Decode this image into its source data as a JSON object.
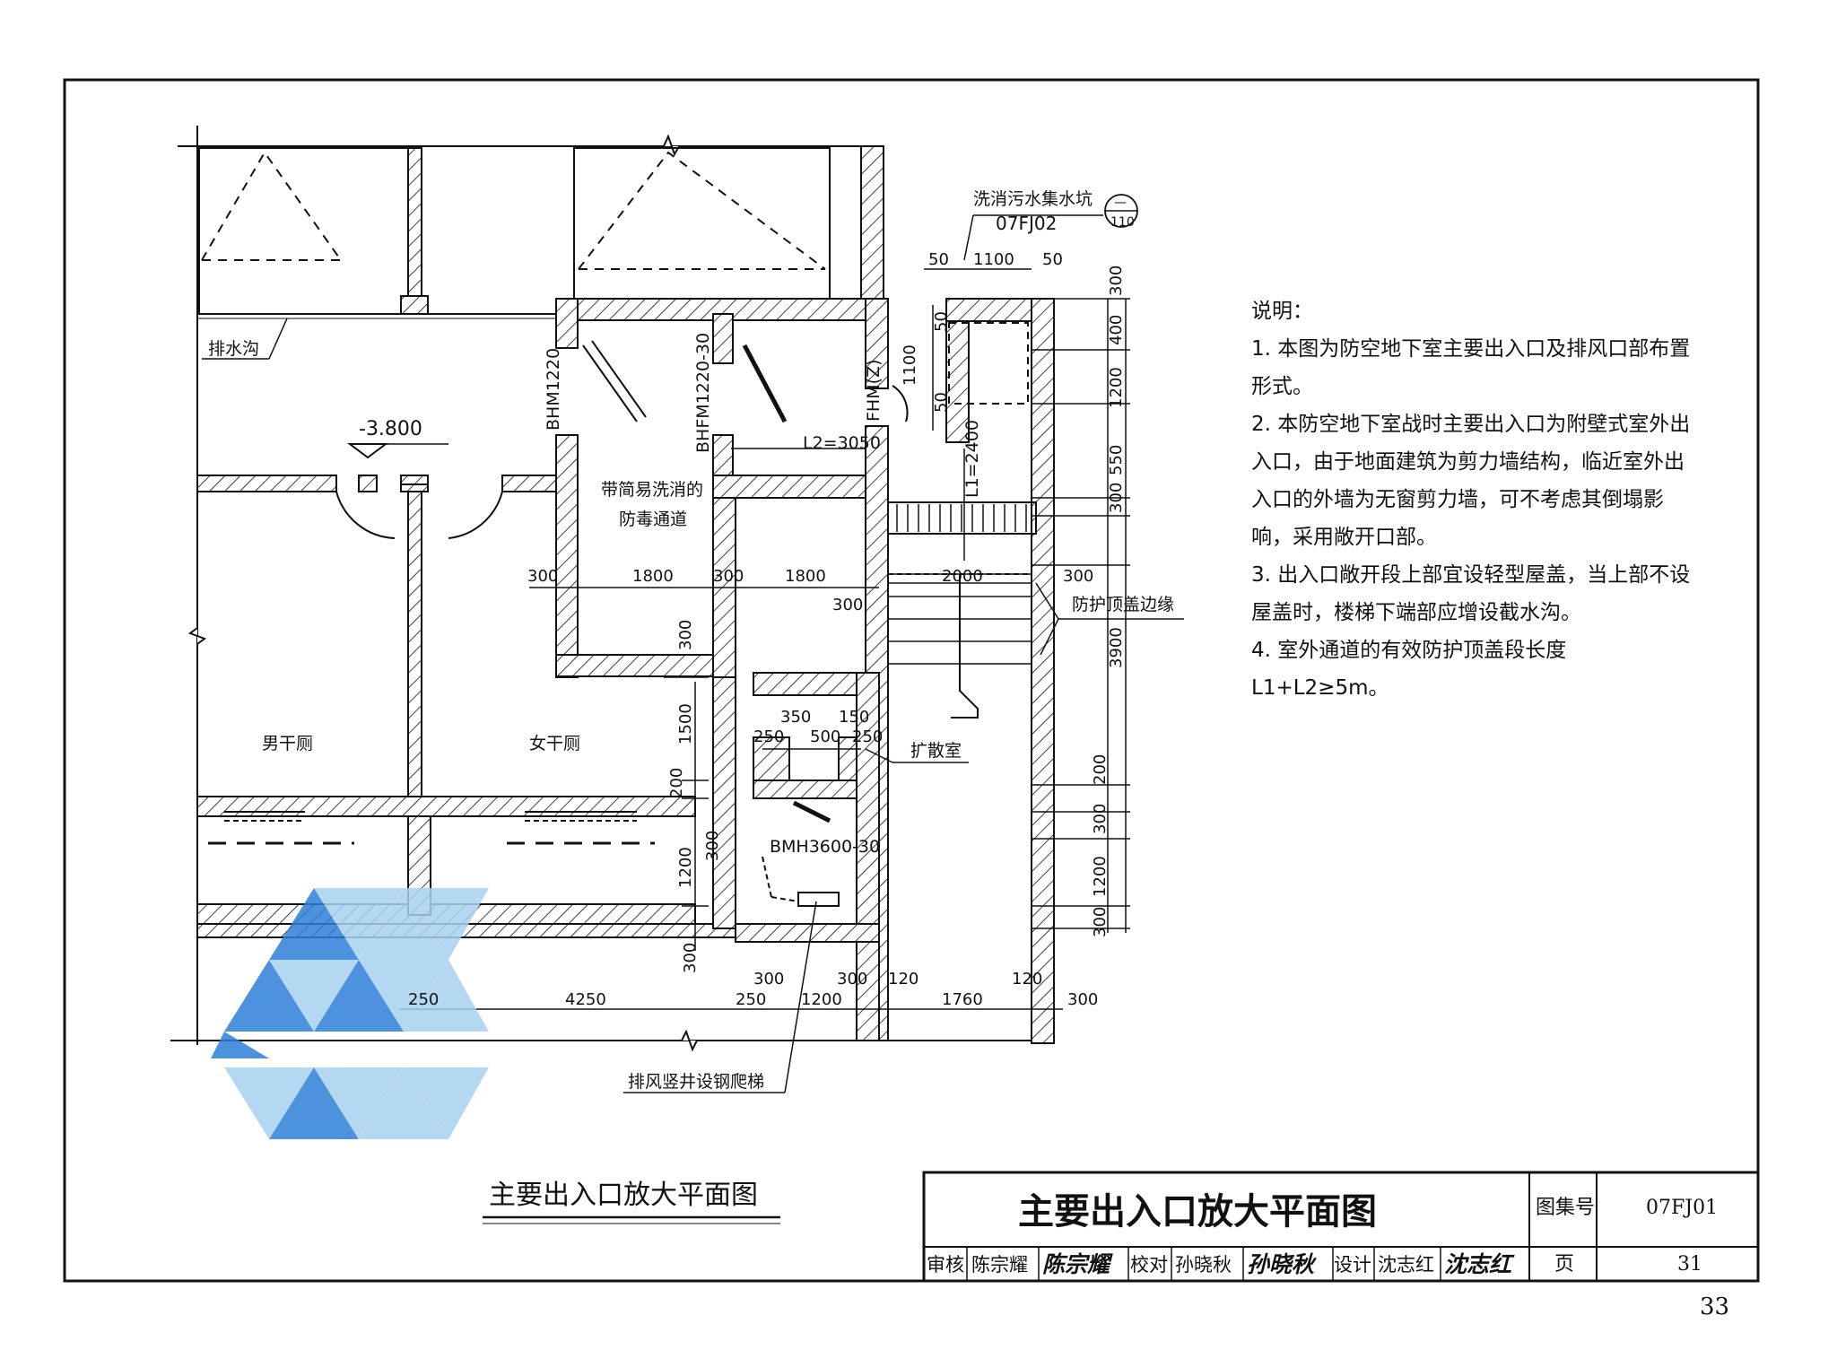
{
  "sheet_page_number": "33",
  "plan_caption": "主要出入口放大平面图",
  "elevation": "-3.800",
  "rooms": {
    "corridor_label": "排水沟",
    "decon_passage_line1": "带简易洗消的",
    "decon_passage_line2": "防毒通道",
    "male_toilet": "男干厕",
    "female_toilet": "女干厕",
    "expansion_chamber": "扩散室",
    "roof_edge": "防护顶盖边缘",
    "shaft_note": "排风竖井设钢爬梯"
  },
  "doors": {
    "d1": "BHM1220",
    "d2": "BHFM1220-30",
    "d3": "FHM(Z)",
    "d4": "BMH3600-30"
  },
  "sump": {
    "label": "洗消污水集水坑",
    "ref": "07FJ02",
    "detail_top": "—",
    "detail_bottom": "110"
  },
  "lengths": {
    "l1": "L1=2400",
    "l2": "L2=3050"
  },
  "dimensions": {
    "top_50a": "50",
    "top_1100": "1100",
    "top_50b": "50",
    "sump_1100": "1100",
    "sump_50a": "50",
    "sump_50b": "50",
    "mid_300a": "300",
    "mid_1800a": "1800",
    "mid_300b": "300",
    "mid_1800b": "1800",
    "mid_300c": "300",
    "stair_2000": "2000",
    "stair_300": "300",
    "v_300": "300",
    "v_1500": "1500",
    "v_200": "200",
    "v_300b": "300",
    "v_1200": "1200",
    "v_300c": "300",
    "diff_350": "350",
    "diff_150": "150",
    "diff_250a": "250",
    "diff_500": "500",
    "diff_250b": "250",
    "right_300a": "300",
    "right_400": "400",
    "right_1200a": "1200",
    "right_550": "550",
    "right_300b": "300",
    "right_3900": "3900",
    "right_200": "200",
    "right_300c": "300",
    "right_1200b": "1200",
    "right_300d": "300",
    "bot_250a": "250",
    "bot_4250": "4250",
    "bot_250b": "250",
    "bot_1200": "1200",
    "bot_300a": "300",
    "bot_300b": "300",
    "bot_120a": "120",
    "bot_1760": "1760",
    "bot_120b": "120",
    "bot_300c": "300"
  },
  "notes": {
    "heading": "说明：",
    "items": [
      "1. 本图为防空地下室主要出入口及排风口部布置形式。",
      "2. 本防空地下室战时主要出入口为附壁式室外出入口，由于地面建筑为剪力墙结构，临近室外出入口的外墙为无窗剪力墙，可不考虑其倒塌影响，采用敞开口部。",
      "3. 出入口敞开段上部宜设轻型屋盖，当上部不设屋盖时，楼梯下端部应增设截水沟。",
      "4. 室外通道的有效防护顶盖段长度L1+L2≥5m。"
    ]
  },
  "title_block": {
    "title": "主要出入口放大平面图",
    "atlas_label": "图集号",
    "atlas_no": "07FJ01",
    "page_label": "页",
    "page_no": "31",
    "review_label": "审核",
    "reviewer": "陈宗耀",
    "reviewer_sig": "陈宗耀",
    "check_label": "校对",
    "checker": "孙晓秋",
    "checker_sig": "孙晓秋",
    "design_label": "设计",
    "designer": "沈志红",
    "designer_sig": "沈志红"
  },
  "colors": {
    "line": "#111111",
    "watermark_dark": "#2f7fd6",
    "watermark_light": "#a9d2f0"
  }
}
